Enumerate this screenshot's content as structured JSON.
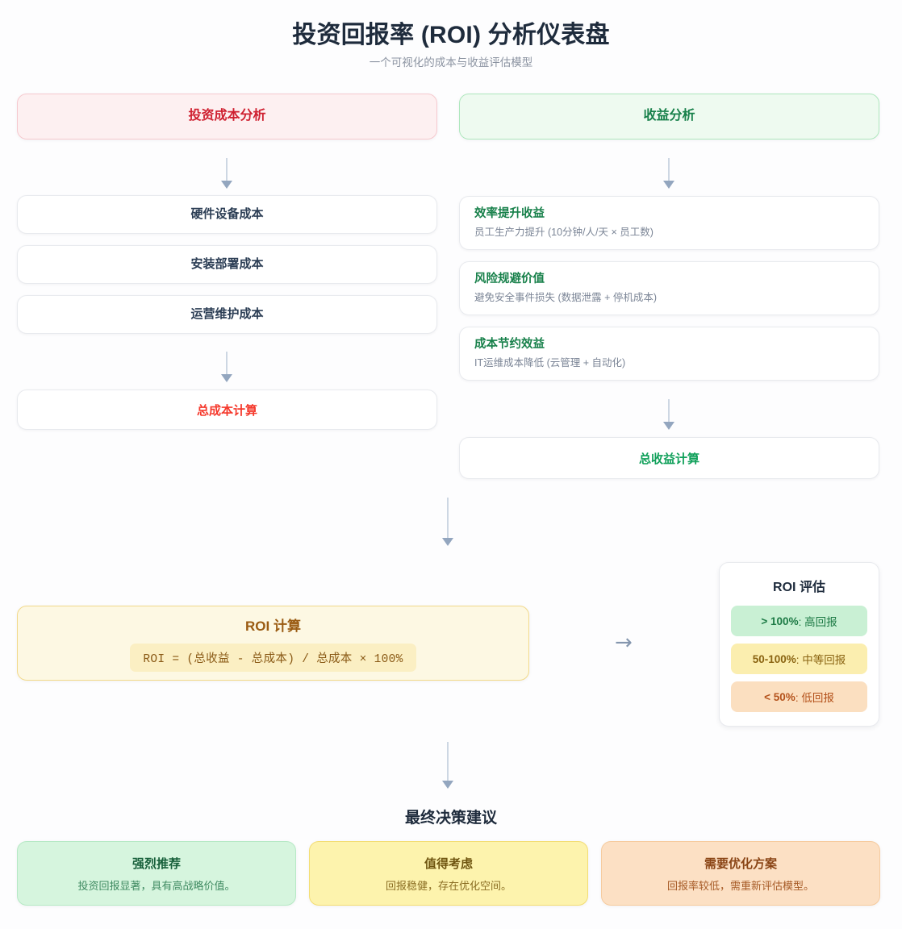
{
  "header": {
    "title": "投资回报率 (ROI) 分析仪表盘",
    "subtitle": "一个可视化的成本与收益评估模型"
  },
  "cost_column": {
    "head": "投资成本分析",
    "items": [
      {
        "title": "硬件设备成本"
      },
      {
        "title": "安装部署成本"
      },
      {
        "title": "运营维护成本"
      }
    ],
    "total": "总成本计算"
  },
  "benefit_column": {
    "head": "收益分析",
    "items": [
      {
        "title": "效率提升收益",
        "sub": "员工生产力提升 (10分钟/人/天 × 员工数)"
      },
      {
        "title": "风险规避价值",
        "sub": "避免安全事件损失 (数据泄露 + 停机成本)"
      },
      {
        "title": "成本节约效益",
        "sub": "IT运维成本降低 (云管理 + 自动化)"
      }
    ],
    "total": "总收益计算"
  },
  "roi_calc": {
    "title": "ROI 计算",
    "formula": "ROI = (总收益 - 总成本) / 总成本 × 100%"
  },
  "roi_eval": {
    "title": "ROI 评估",
    "badges": [
      {
        "range": "> 100%",
        "label": ": 高回报"
      },
      {
        "range": "50-100%",
        "label": ": 中等回报"
      },
      {
        "range": "< 50%",
        "label": ": 低回报"
      }
    ]
  },
  "final": {
    "title": "最终决策建议",
    "cards": [
      {
        "title": "强烈推荐",
        "sub": "投资回报显著，具有高战略价值。"
      },
      {
        "title": "值得考虑",
        "sub": "回报稳健，存在优化空间。"
      },
      {
        "title": "需要优化方案",
        "sub": "回报率较低，需重新评估模型。"
      }
    ]
  },
  "icons": {
    "arrow_right": "→"
  },
  "colors": {
    "cost_accent": "#cf2030",
    "benefit_accent": "#17804a",
    "roi_accent": "#9a5b12",
    "arrow": "#93a6bf"
  }
}
